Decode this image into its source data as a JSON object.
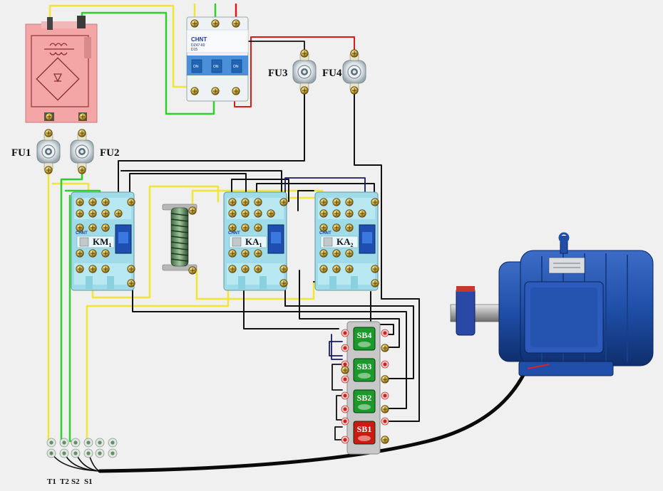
{
  "transformer": {
    "name": "transformer-rectifier-module"
  },
  "breaker": {
    "brand": "CHNT",
    "model": "DZ47-60",
    "rating": "D15",
    "on_label": "ON"
  },
  "fuses": {
    "fu1": "FU1",
    "fu2": "FU2",
    "fu3": "FU3",
    "fu4": "FU4"
  },
  "contactors": [
    {
      "id": "km1",
      "brand": "CHNT",
      "label": "KM",
      "sub": "1"
    },
    {
      "id": "ka1",
      "brand": "CHNT",
      "label": "KA",
      "sub": "1"
    },
    {
      "id": "ka2",
      "brand": "CHNT",
      "label": "KA",
      "sub": "2"
    }
  ],
  "buttons": [
    {
      "id": "sb4",
      "label": "SB4",
      "color": "#1a9a2a"
    },
    {
      "id": "sb3",
      "label": "SB3",
      "color": "#1a9a2a"
    },
    {
      "id": "sb2",
      "label": "SB2",
      "color": "#1a9a2a"
    },
    {
      "id": "sb1",
      "label": "SB1",
      "color": "#cc1a10"
    }
  ],
  "terminals": {
    "t1": "T1",
    "t2": "T2",
    "s2": "S2",
    "s1": "S1"
  },
  "colors": {
    "wire_yellow": "#f2e533",
    "wire_green": "#2fd02a",
    "wire_red": "#e01818",
    "wire_black": "#111111",
    "wire_navy": "#1a1a66",
    "contactor_body": "#9fdbe8",
    "motor_blue": "#1f4fa8"
  }
}
